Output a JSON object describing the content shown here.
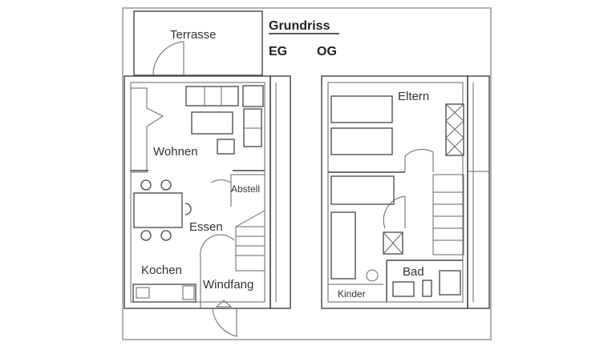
{
  "title": "Grundriss",
  "floors": {
    "ground": "EG",
    "upper": "OG"
  },
  "rooms_eg": {
    "terrace": "Terrasse",
    "living": "Wohnen",
    "storage": "Abstell",
    "dining": "Essen",
    "kitchen": "Kochen",
    "vestibule": "Windfang"
  },
  "rooms_og": {
    "parents": "Eltern",
    "bath": "Bad",
    "children": "Kinder"
  }
}
